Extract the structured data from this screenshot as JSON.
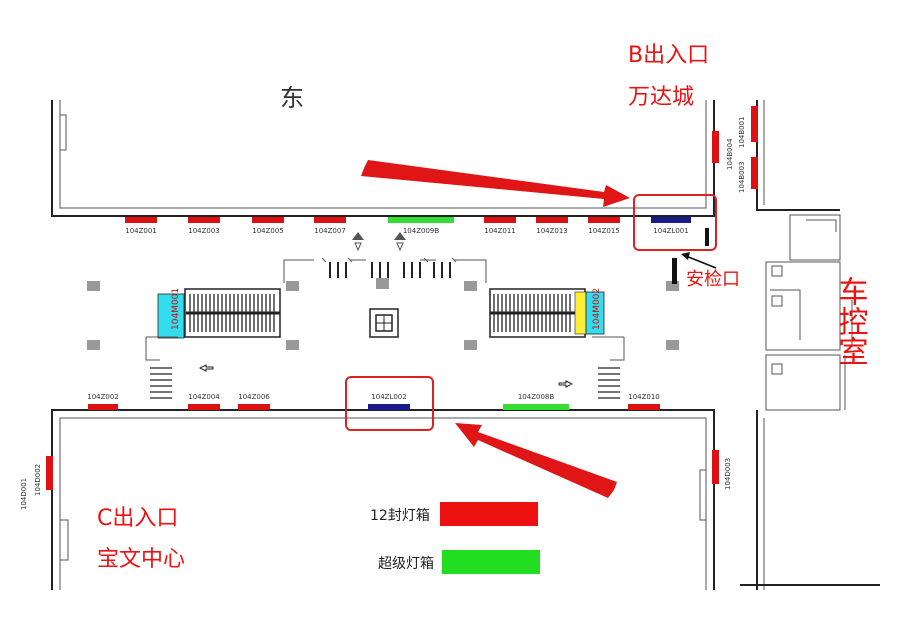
{
  "direction_label": "东",
  "exits": {
    "b": {
      "line1": "B出入口",
      "line2": "万达城"
    },
    "c": {
      "line1": "C出入口",
      "line2": "宝文中心"
    }
  },
  "security_checkpoint_label": "安检口",
  "control_room_label": "车控室",
  "legend": {
    "items": [
      {
        "label": "12封灯箱",
        "color": "#ee1111"
      },
      {
        "label": "超级灯箱",
        "color": "#22dd22"
      }
    ]
  },
  "colors": {
    "standard_box": "#dd1111",
    "super_box": "#33dd33",
    "zl_box": "#1a1a8a",
    "accent_red": "#ee1111",
    "escalator_panel_cyan": "#33ddee",
    "escalator_panel_yellow": "#ffee33"
  },
  "top_wall_boxes": [
    {
      "code": "104Z001",
      "type": "standard"
    },
    {
      "code": "104Z003",
      "type": "standard"
    },
    {
      "code": "104Z005",
      "type": "standard"
    },
    {
      "code": "104Z007",
      "type": "standard"
    },
    {
      "code": "104Z009B",
      "type": "super"
    },
    {
      "code": "104Z011",
      "type": "standard"
    },
    {
      "code": "104Z013",
      "type": "standard"
    },
    {
      "code": "104Z015",
      "type": "standard"
    },
    {
      "code": "104ZL001",
      "type": "zl"
    }
  ],
  "bottom_wall_boxes": [
    {
      "code": "104Z002",
      "type": "standard"
    },
    {
      "code": "104Z004",
      "type": "standard"
    },
    {
      "code": "104Z006",
      "type": "standard"
    },
    {
      "code": "104ZL002",
      "type": "zl"
    },
    {
      "code": "104Z008B",
      "type": "super"
    },
    {
      "code": "104Z010",
      "type": "standard"
    }
  ],
  "side_boxes": {
    "b_exit": [
      "104B001",
      "104B004",
      "104B003"
    ],
    "c_left": [
      "104D001",
      "104D002"
    ],
    "c_right": "104D003"
  },
  "escalator_labels": {
    "left": "104M001",
    "right": "104M002"
  }
}
